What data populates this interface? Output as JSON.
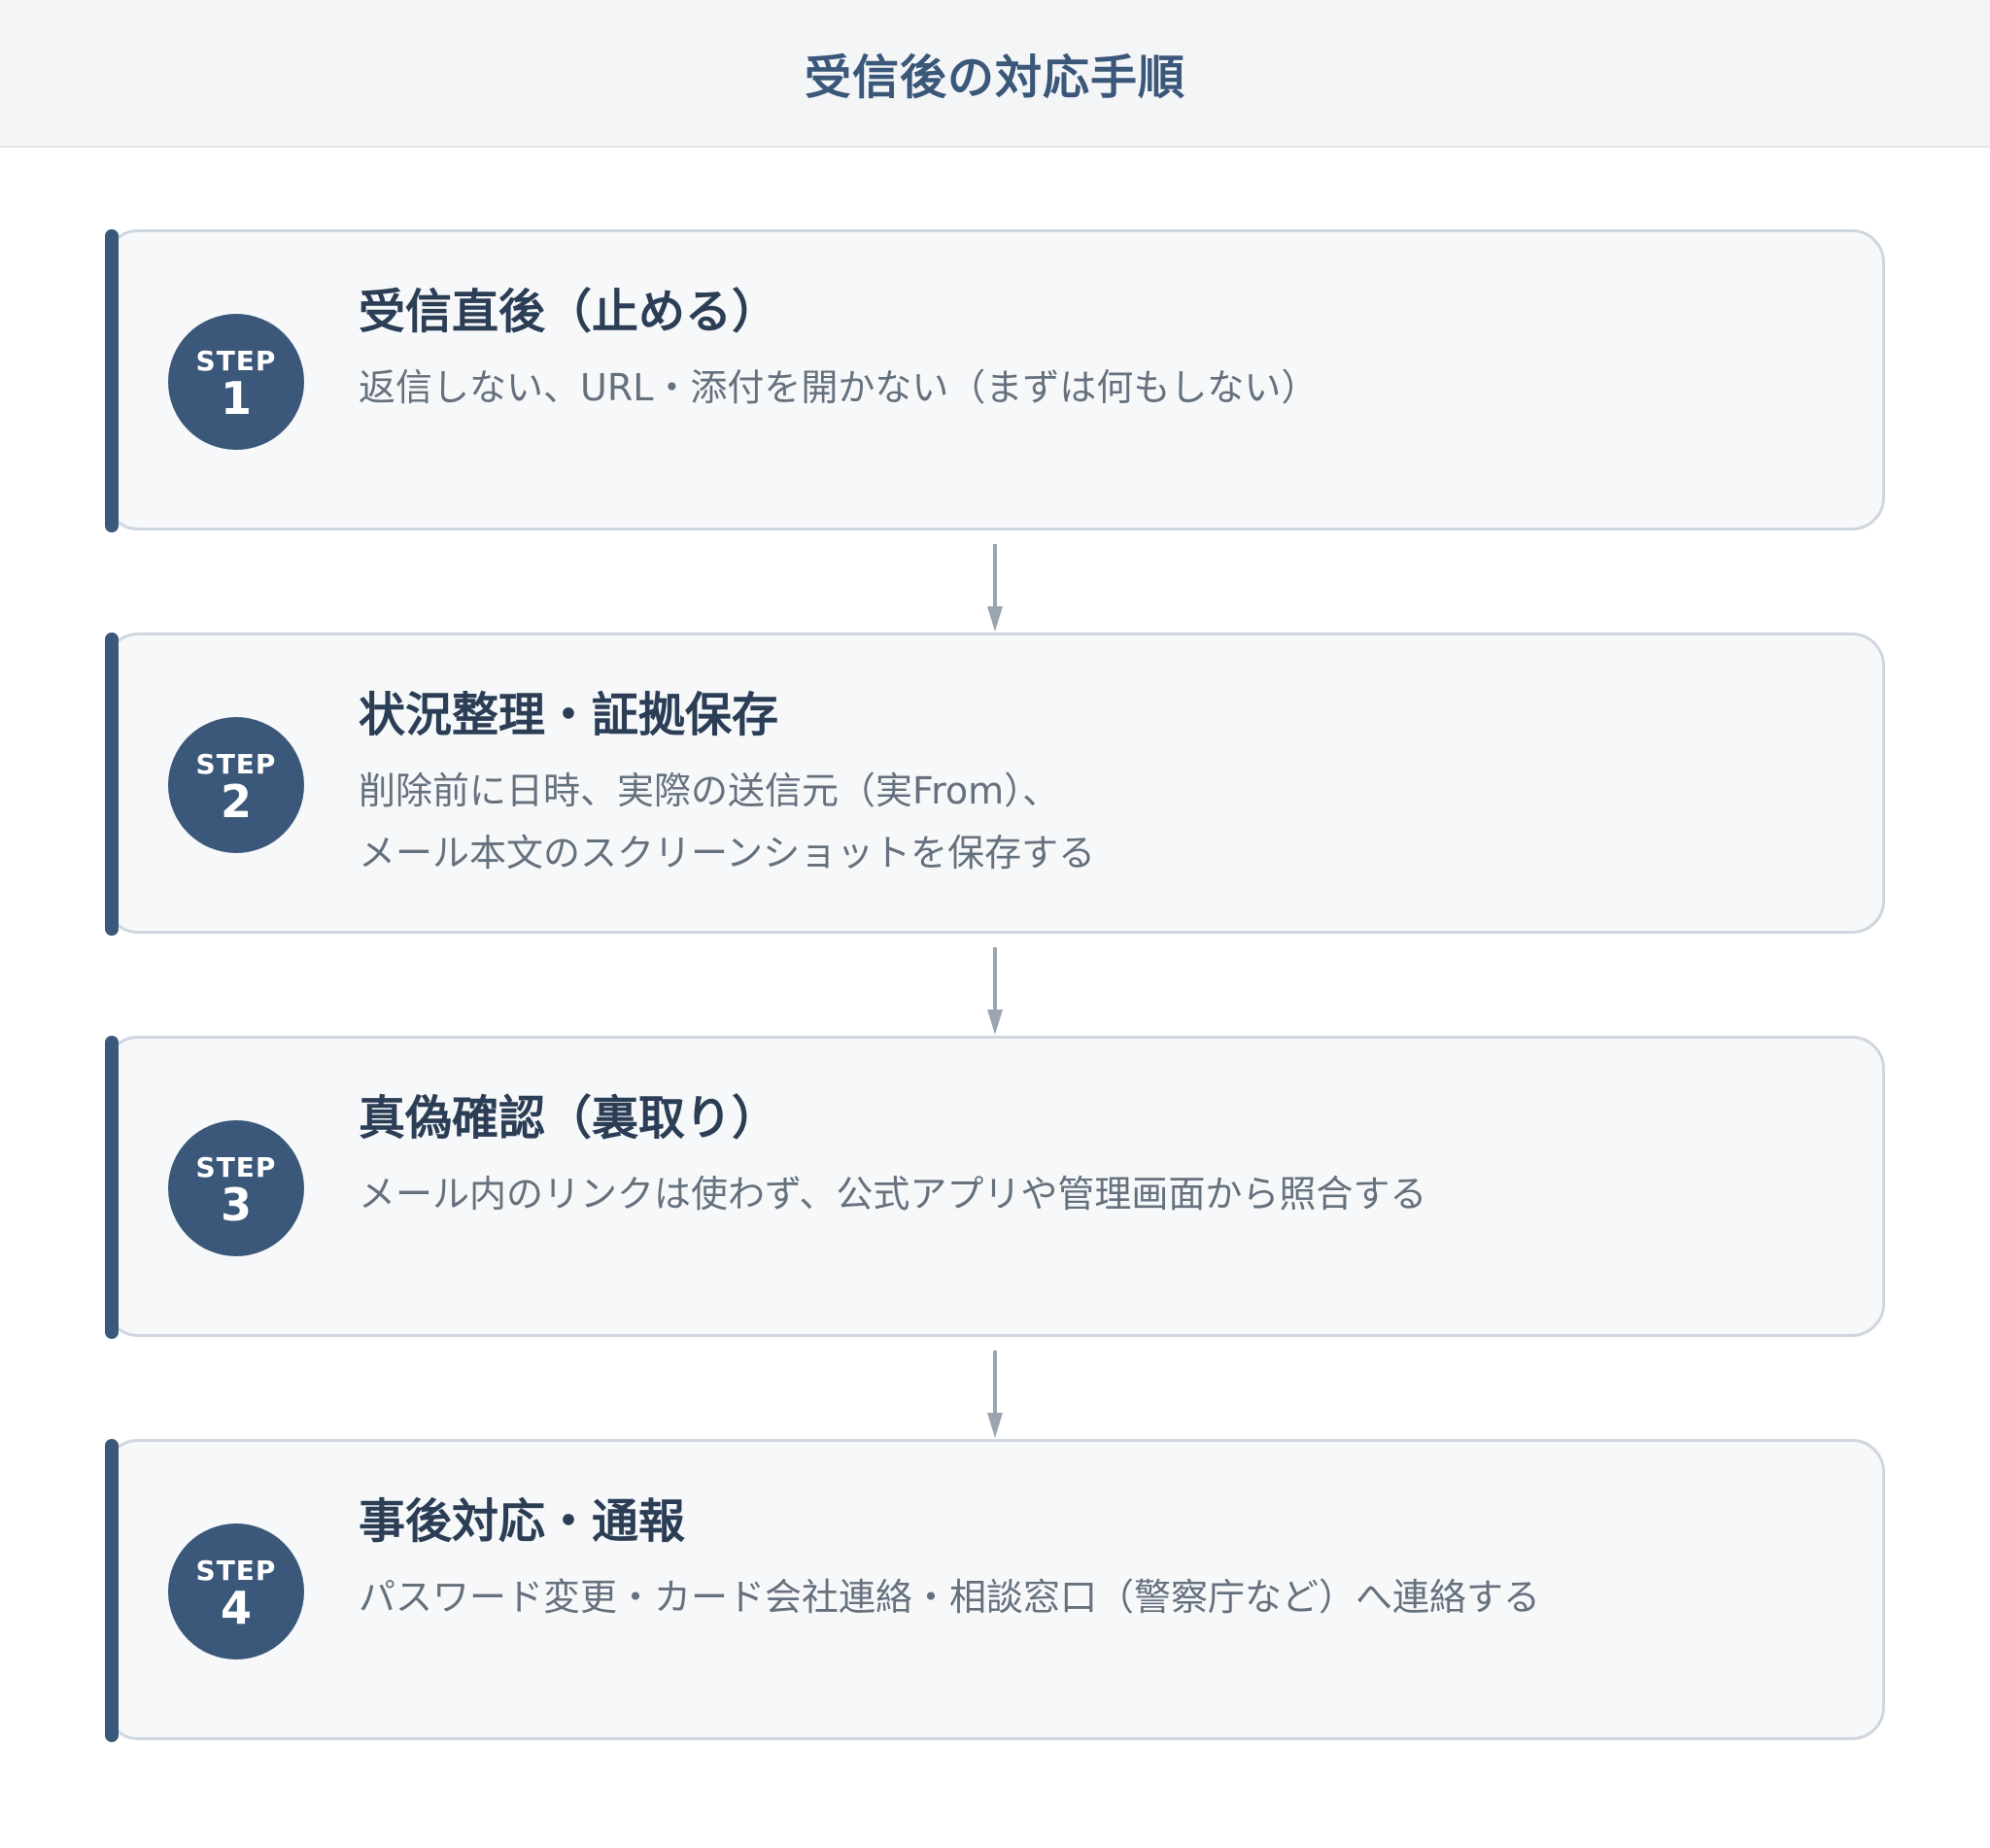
{
  "header": {
    "title": "受信後の対応手順"
  },
  "steps": [
    {
      "badge_label": "STEP",
      "number": "1",
      "title": "受信直後（止める）",
      "desc_lines": [
        "返信しない、URL・添付を開かない（まずは何もしない）"
      ]
    },
    {
      "badge_label": "STEP",
      "number": "2",
      "title": "状況整理・証拠保存",
      "desc_lines": [
        "削除前に日時、実際の送信元（実From）、",
        "メール本文のスクリーンショットを保存する"
      ]
    },
    {
      "badge_label": "STEP",
      "number": "3",
      "title": "真偽確認（裏取り）",
      "desc_lines": [
        "メール内のリンクは使わず、公式アプリや管理画面から照合する"
      ]
    },
    {
      "badge_label": "STEP",
      "number": "4",
      "title": "事後対応・通報",
      "desc_lines": [
        "パスワード変更・カード会社連絡・相談窓口（警察庁など）へ連絡する"
      ]
    }
  ],
  "colors": {
    "accent": "#3b5779",
    "card_bg": "#f6f8fa",
    "card_border": "#cfd6de",
    "arrow": "#9aa5b1",
    "header_bg": "#f3f5f7"
  }
}
